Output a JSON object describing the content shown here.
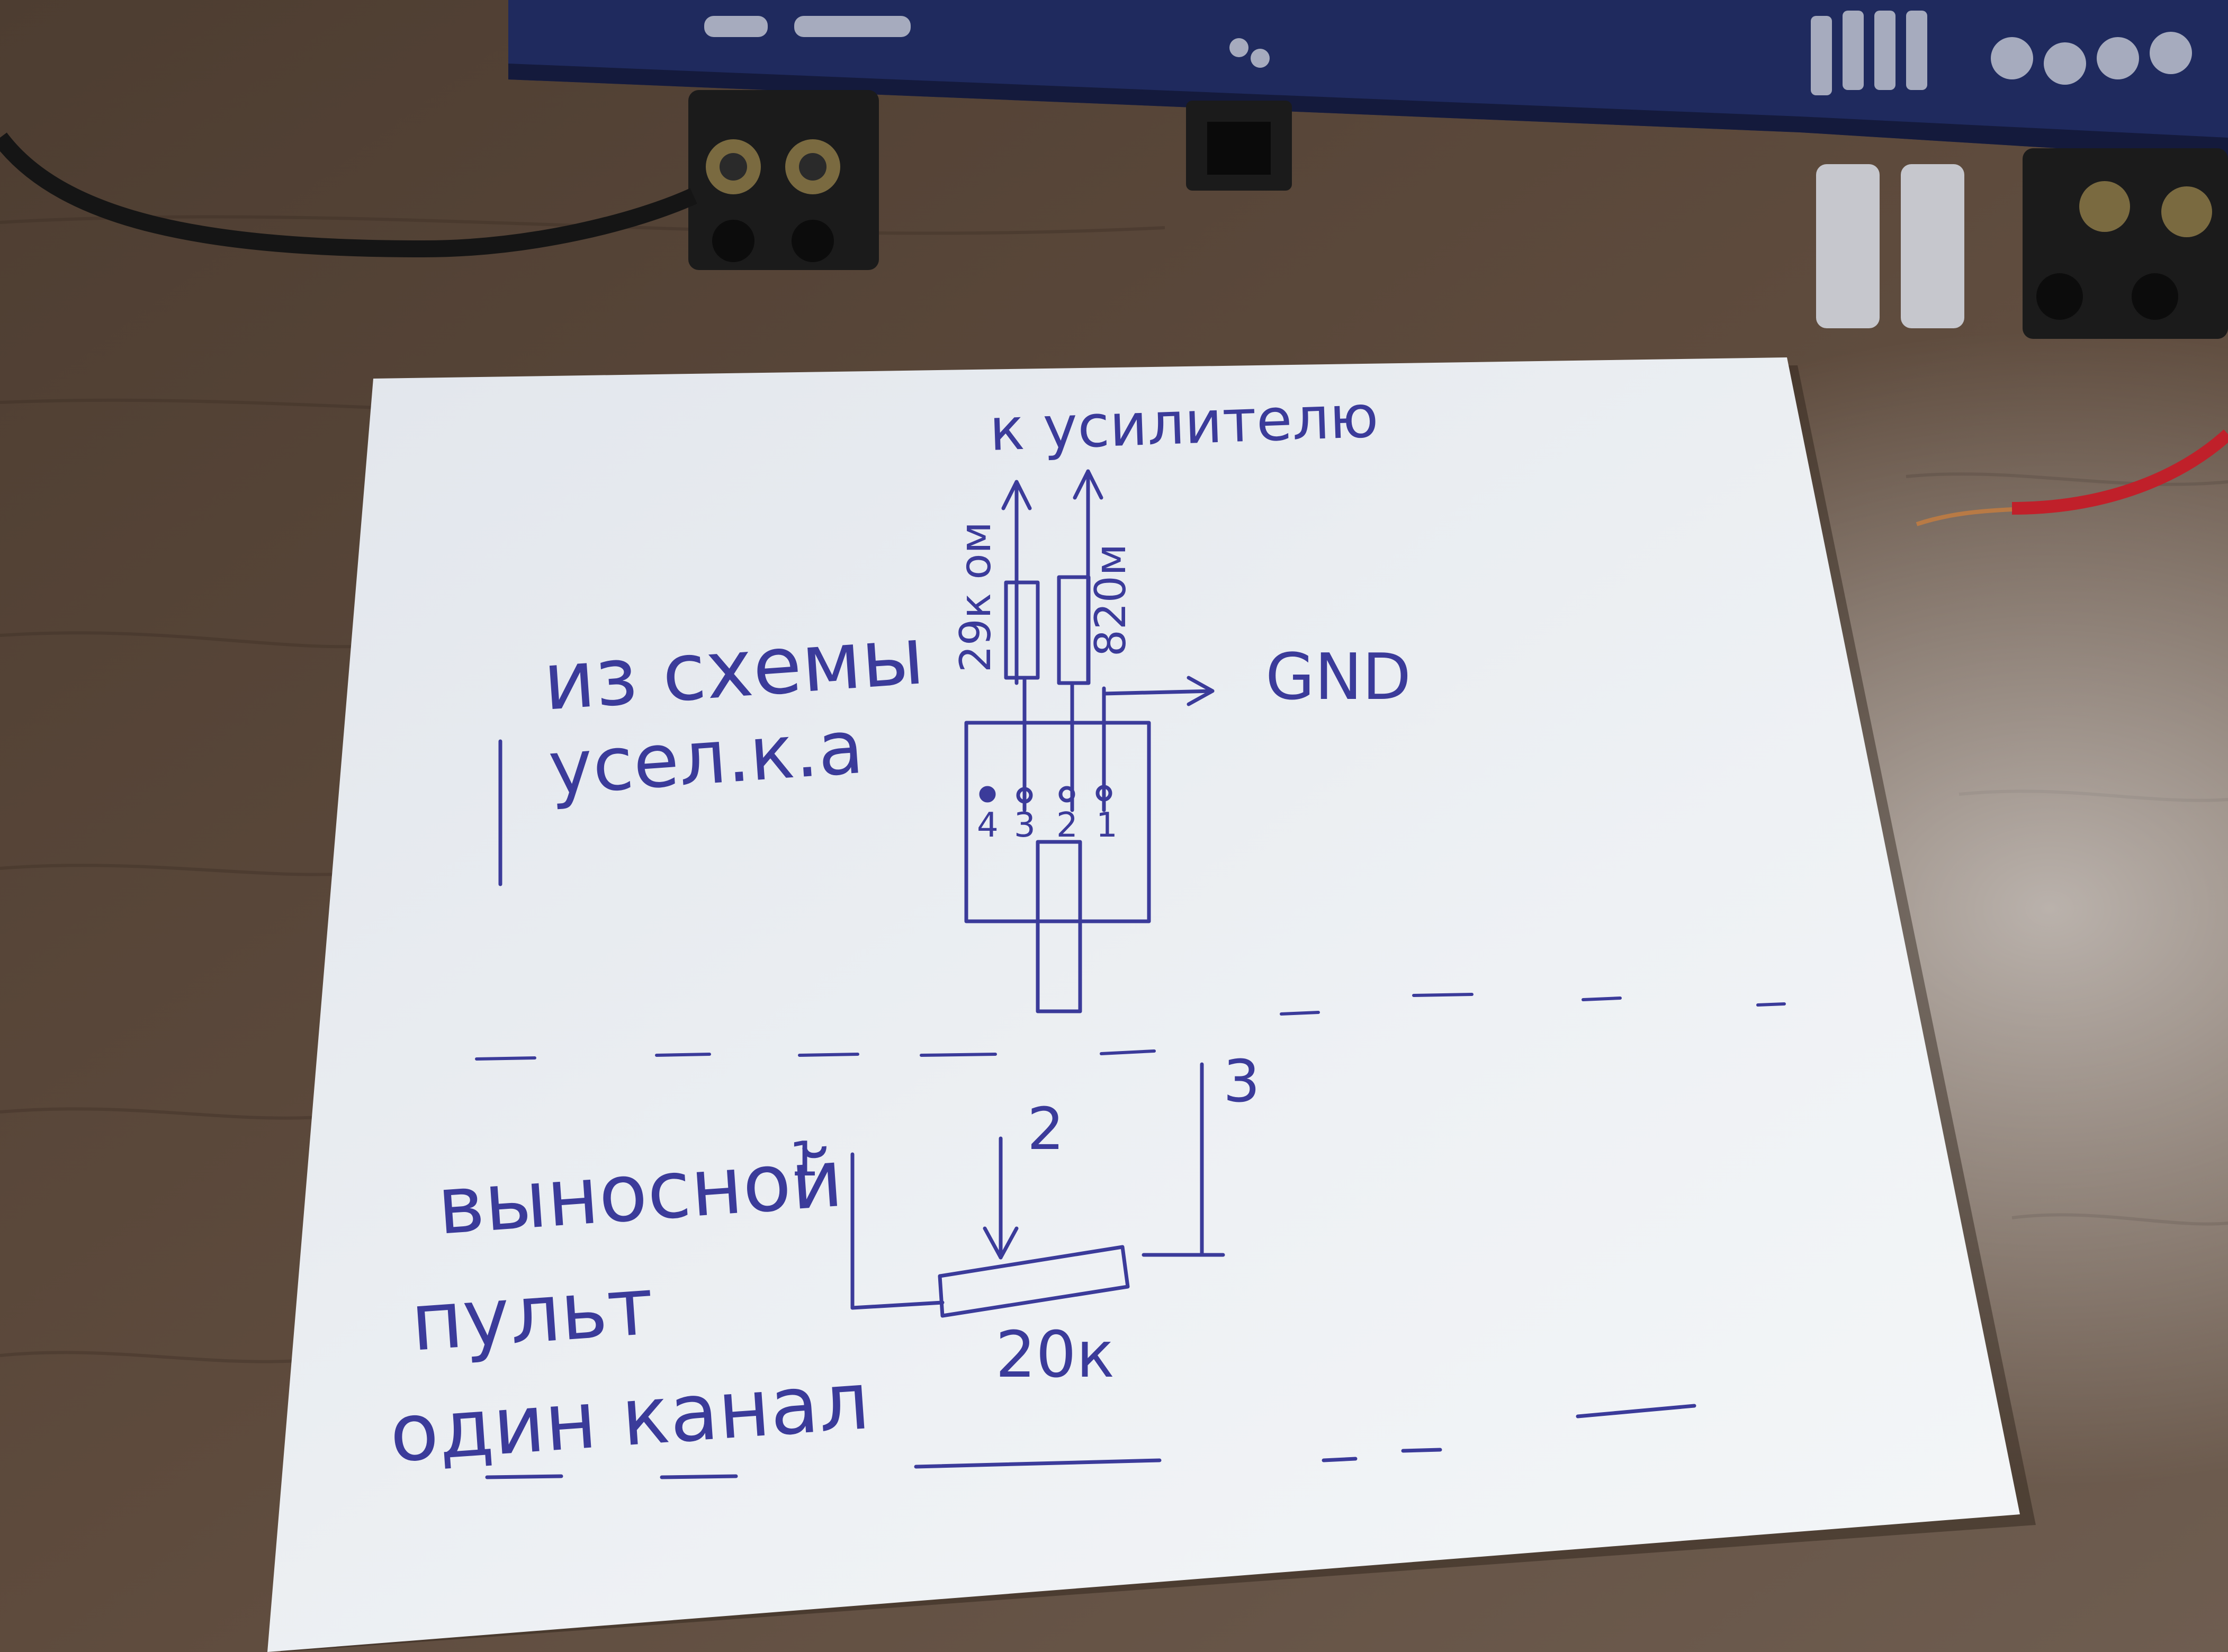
{
  "photo": {
    "colors": {
      "desk": "#5c4a3c",
      "desk_dark": "#3a2c22",
      "paper": "#e9ecf0",
      "paper_shadow": "#c9cdd3",
      "ink": "#3b3b9a",
      "pcb": "#1f2a5e",
      "connector": "#1b1b1b",
      "wire_red": "#c0202a"
    },
    "notes": {
      "to_amplifier": "к усилителю",
      "resistor_top_left": "29к ом",
      "resistor_top_right": "820м",
      "from_amp_circuit_line1": "из схемы",
      "from_amp_circuit_line2": "усел.к.а",
      "gnd": "GND",
      "pin_4": "4",
      "pin_3": "3",
      "pin_2": "2",
      "pin_1": "1",
      "pot_label_1": "1",
      "pot_label_2": "2",
      "pot_label_3": "3",
      "remote_line1": "выносной",
      "remote_line2": "пульт",
      "remote_line3": "один канал",
      "pot_value": "20к"
    }
  }
}
